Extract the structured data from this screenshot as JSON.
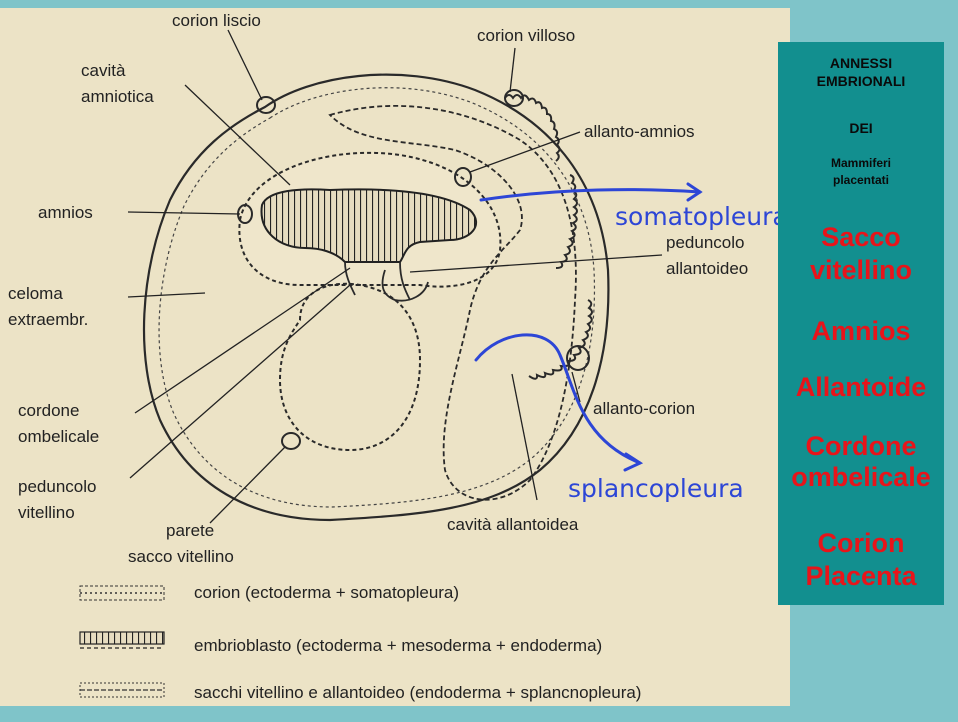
{
  "diagram": {
    "labels": {
      "corion_liscio": "corion liscio",
      "corion_villoso": "corion villoso",
      "cavita_amniotica": [
        "cavità",
        "amniotica"
      ],
      "allanto_amnios": "allanto-amnios",
      "amnios": "amnios",
      "peduncolo_allantoideo": [
        "peduncolo",
        "allantoideo"
      ],
      "celoma_extraembr": [
        "celoma",
        "extraembr."
      ],
      "cordone_ombelicale": [
        "cordone",
        "ombelicale"
      ],
      "allanto_corion": "allanto-corion",
      "peduncolo_vitellino": [
        "peduncolo",
        "vitellino"
      ],
      "parete_sacco_vitellino": [
        "parete",
        "sacco vitellino"
      ],
      "cavita_allantoidea": "cavità allantoidea"
    },
    "handwritten": {
      "somatopleura": "somatopleura",
      "splancopleura": "splancopleura"
    },
    "legend": [
      {
        "symbol": "corion-pattern",
        "text": "corion (ectoderma + somatopleura)"
      },
      {
        "symbol": "embrioblasto-pattern",
        "text": "embrioblasto (ectoderma + mesoderma + endoderma)"
      },
      {
        "symbol": "sacchi-pattern",
        "text": "sacchi vitellino e allantoideo (endoderma + splancnopleura)"
      }
    ]
  },
  "panel": {
    "heading": [
      "ANNESSI",
      "EMBRIONALI",
      "DEI"
    ],
    "subheading": [
      "Mammiferi",
      "placentati"
    ],
    "items": [
      [
        "Sacco",
        "vitellino"
      ],
      [
        "Amnios"
      ],
      [
        "Allantoide"
      ],
      [
        "Cordone",
        "ombelicale"
      ],
      [
        "Corion",
        "Placenta"
      ]
    ]
  },
  "colors": {
    "background": "#7fc4c9",
    "scan": "#ece3c6",
    "panel": "#128f8f",
    "panel_text": "#e8141a",
    "handwriting": "#2d46d6",
    "ink": "#222222"
  }
}
